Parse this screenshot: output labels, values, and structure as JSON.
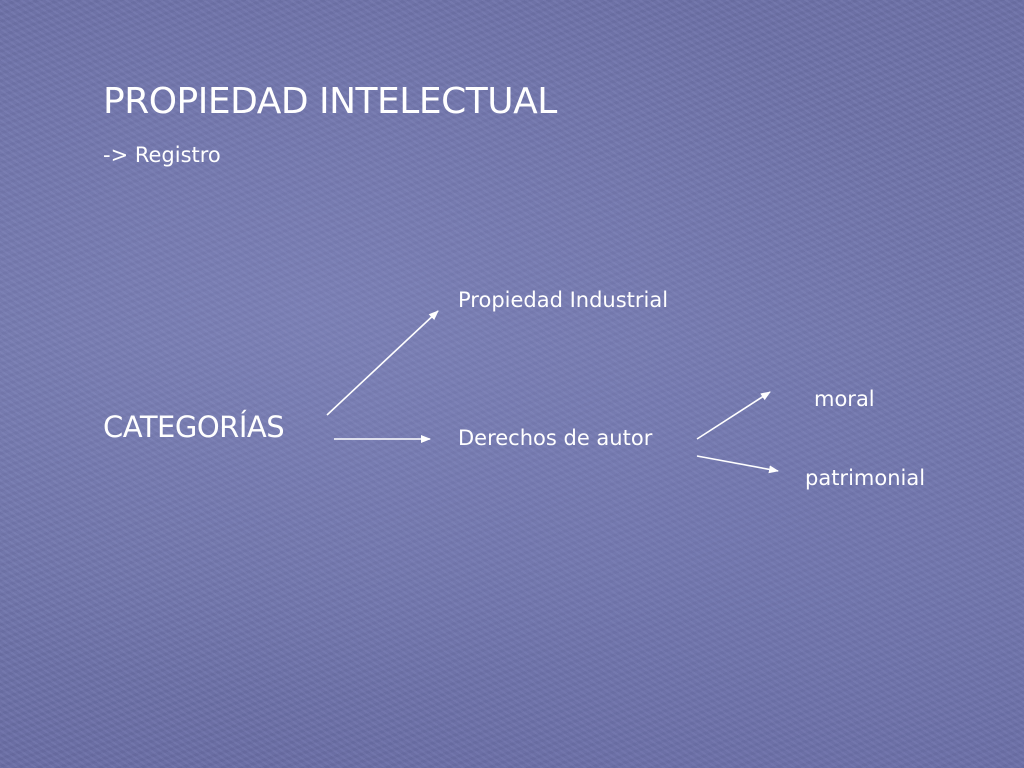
{
  "slide": {
    "title": "PROPIEDAD INTELECTUAL",
    "subtitle": "-> Registro"
  },
  "diagram": {
    "root": "CATEGORÍAS",
    "branches": {
      "industrial": "Propiedad Industrial",
      "autor": "Derechos de autor"
    },
    "sub_branches": {
      "moral": "moral",
      "patrimonial": "patrimonial"
    }
  },
  "colors": {
    "background": "#7075ab",
    "text": "#ffffff",
    "arrow": "#ffffff"
  }
}
